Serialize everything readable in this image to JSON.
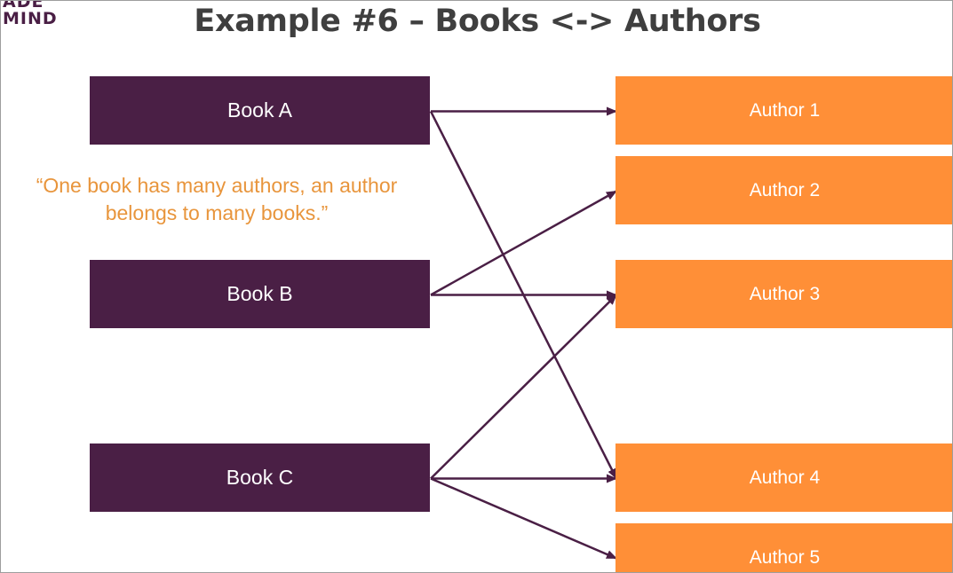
{
  "logo": {
    "line1": "ADE",
    "line2": "MIND"
  },
  "title": "Example #6 – Books <-> Authors",
  "quote": {
    "line1": "“One book has many authors, an author",
    "line2": "belongs to many books.”"
  },
  "books": [
    {
      "id": "book-a",
      "label": "Book A"
    },
    {
      "id": "book-b",
      "label": "Book B"
    },
    {
      "id": "book-c",
      "label": "Book C"
    }
  ],
  "authors": [
    {
      "id": "author-1",
      "label": "Author 1"
    },
    {
      "id": "author-2",
      "label": "Author 2"
    },
    {
      "id": "author-3",
      "label": "Author 3"
    },
    {
      "id": "author-4",
      "label": "Author 4"
    },
    {
      "id": "author-5",
      "label": "Author 5"
    }
  ],
  "relations": [
    {
      "from": "book-a",
      "to": "author-1"
    },
    {
      "from": "book-a",
      "to": "author-4"
    },
    {
      "from": "book-b",
      "to": "author-2"
    },
    {
      "from": "book-b",
      "to": "author-3"
    },
    {
      "from": "book-c",
      "to": "author-3"
    },
    {
      "from": "book-c",
      "to": "author-4"
    },
    {
      "from": "book-c",
      "to": "author-5"
    }
  ],
  "colors": {
    "book": "#4a1f45",
    "author": "#ff8f37",
    "quote": "#e8953c",
    "title": "#3f3f3f",
    "arrow": "#4a1f45"
  }
}
